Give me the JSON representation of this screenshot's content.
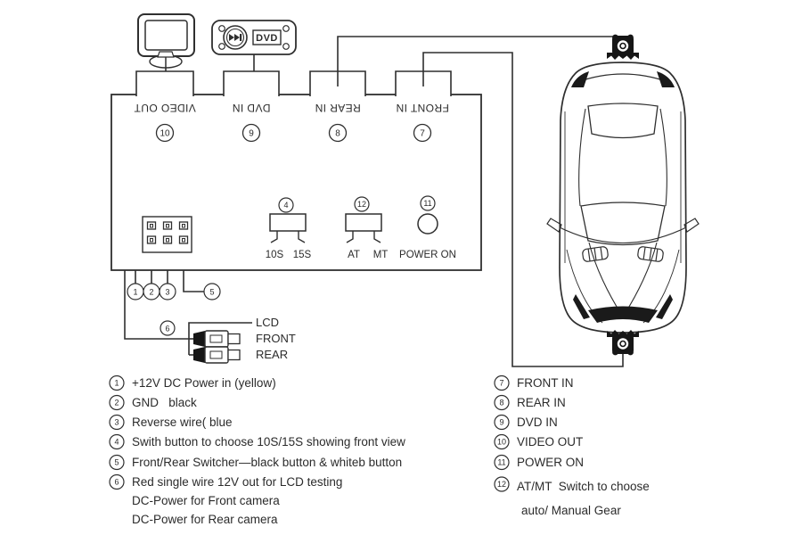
{
  "ports": [
    {
      "num": "10",
      "label": "VIDEO OUT"
    },
    {
      "num": "9",
      "label": "DVD IN"
    },
    {
      "num": "8",
      "label": "REAR IN"
    },
    {
      "num": "7",
      "label": "FRONT IN"
    }
  ],
  "devices": {
    "dvd_label": "DVD"
  },
  "controls": {
    "delay_switch": {
      "num": "4",
      "opt1": "10S",
      "opt2": "15S"
    },
    "gear_switch": {
      "num": "12",
      "opt1": "AT",
      "opt2": "MT"
    },
    "power": {
      "num": "11",
      "label": "POWER ON"
    }
  },
  "pins": {
    "p1": "1",
    "p2": "2",
    "p3": "3",
    "p5": "5",
    "p6": "6"
  },
  "outputs": {
    "lcd": "LCD",
    "front": "FRONT",
    "rear": "REAR"
  },
  "legend_left": [
    {
      "num": "1",
      "text": "+12V DC Power in (yellow)"
    },
    {
      "num": "2",
      "text": "GND   black"
    },
    {
      "num": "3",
      "text": "Reverse wire( blue"
    },
    {
      "num": "4",
      "text": "Swith button to choose 10S/15S showing front view"
    },
    {
      "num": "5",
      "text": "Front/Rear Switcher—black button & whiteb button"
    },
    {
      "num": "6",
      "text": "Red single wire 12V out for LCD testing"
    }
  ],
  "legend_left_cont": [
    "DC-Power for Front camera",
    "DC-Power for Rear camera"
  ],
  "legend_right": [
    {
      "num": "7",
      "text": "FRONT IN"
    },
    {
      "num": "8",
      "text": "REAR IN"
    },
    {
      "num": "9",
      "text": "DVD IN"
    },
    {
      "num": "10",
      "text": "VIDEO OUT"
    },
    {
      "num": "11",
      "text": "POWER ON"
    },
    {
      "num": "12",
      "text": "AT/MT  Switch to choose"
    }
  ],
  "legend_right_cont": [
    "auto/ Manual Gear"
  ]
}
